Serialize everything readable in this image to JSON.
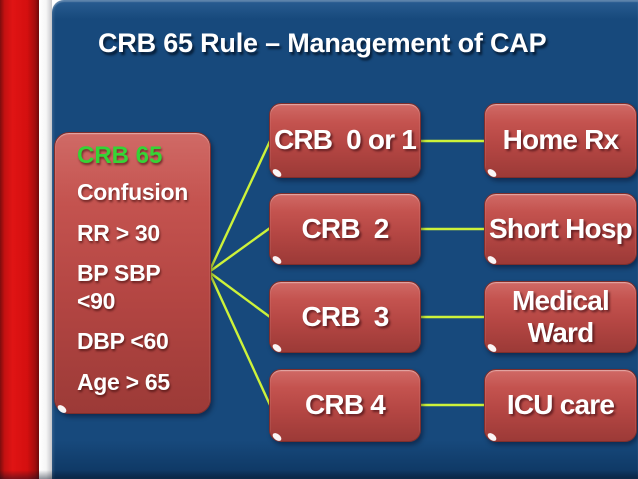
{
  "slide": {
    "title": "CRB 65 Rule – Management of CAP",
    "criteria_box": {
      "heading": "CRB 65",
      "items": [
        "Confusion",
        "RR > 30",
        "BP SBP <90",
        "DBP <60",
        "Age > 65"
      ]
    },
    "rows": [
      {
        "score": "CRB  0 or 1",
        "action": "Home Rx"
      },
      {
        "score": "CRB  2",
        "action": "Short Hosp"
      },
      {
        "score": "CRB  3",
        "action": "Medical Ward"
      },
      {
        "score": "CRB 4",
        "action": "ICU care"
      }
    ],
    "colors": {
      "background": "#17497C",
      "box_red": "#B44643",
      "accent_green": "#35D435",
      "connector": "#CDF23A",
      "sidebar_red": "#E01414"
    }
  }
}
